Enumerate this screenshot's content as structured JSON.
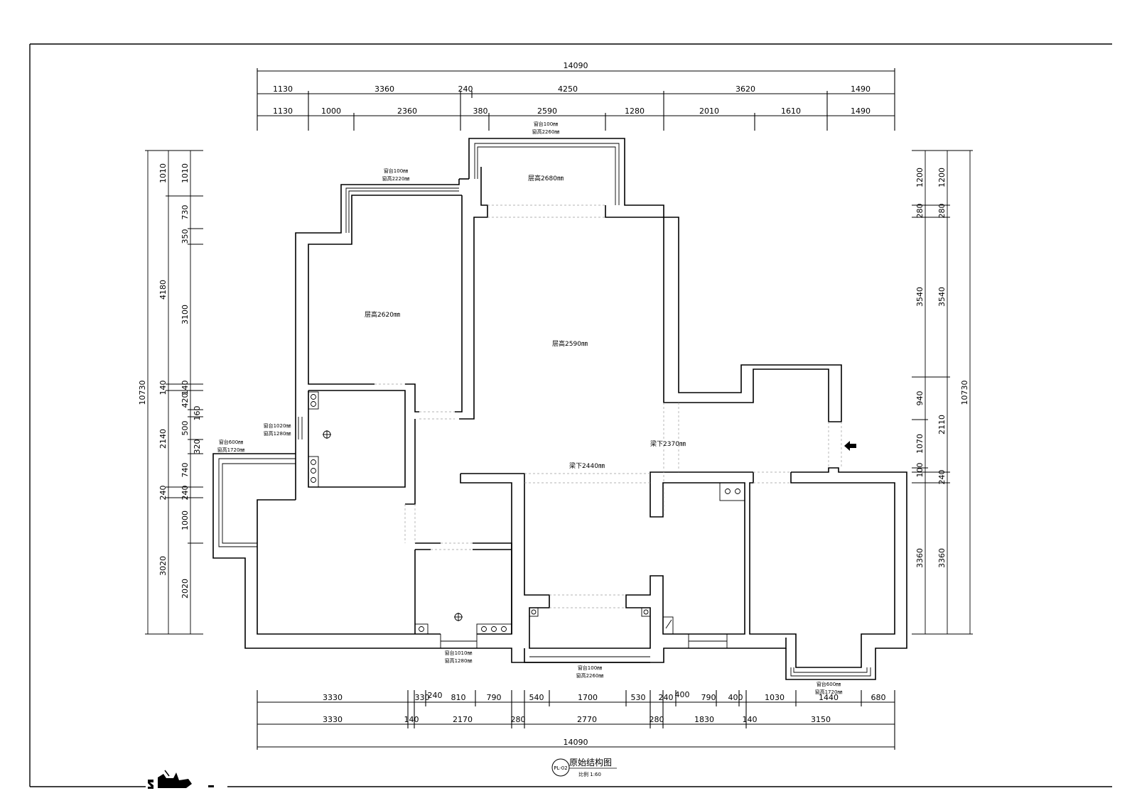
{
  "drawing": {
    "title": "原始结构图",
    "code": "PL-02",
    "scale": "比例 1:60"
  },
  "dimensions": {
    "top_total": "14090",
    "top_row1": [
      "1130",
      "3360",
      "240",
      "4250",
      "3620",
      "1490"
    ],
    "top_row2": [
      "1130",
      "1000",
      "2360",
      "380",
      "2590",
      "1280",
      "2010",
      "1610",
      "1490"
    ],
    "bottom_row1": [
      "3330",
      "330",
      "240",
      "810",
      "790",
      "540",
      "1700",
      "530",
      "240",
      "400",
      "790",
      "400",
      "1030",
      "1440",
      "680"
    ],
    "bottom_row2": [
      "3330",
      "140",
      "2170",
      "280",
      "2770",
      "280",
      "1830",
      "140",
      "3150"
    ],
    "bottom_total": "14090",
    "left_outer": [
      "10730"
    ],
    "left_mid": [
      "1010",
      "4180",
      "140",
      "2140",
      "240",
      "3020"
    ],
    "left_inner": [
      "1010",
      "730",
      "350",
      "3100",
      "140",
      "420",
      "160",
      "500",
      "320",
      "740",
      "240",
      "1000",
      "2020"
    ],
    "right_inner": [
      "1200",
      "280",
      "3540",
      "940",
      "1070",
      "100",
      "3360"
    ],
    "right_mid": [
      "1200",
      "280",
      "3540",
      "2110",
      "240",
      "3360"
    ],
    "right_outer": [
      "10730"
    ]
  },
  "rooms": {
    "ceiling_top": "层高2680㎜",
    "ceiling_left": "层高2620㎜",
    "ceiling_center": "层高2590㎜",
    "beam_right": "梁下2370㎜",
    "beam_center": "梁下2440㎜"
  },
  "windows": {
    "top_sill": "窗台100㎜",
    "top_height": "窗高2260㎜",
    "upper_left_sill": "窗台100㎜",
    "upper_left_height": "窗高2220㎜",
    "kitchen_sill": "窗台1020㎜",
    "kitchen_height": "窗高1280㎜",
    "left_sill": "窗台600㎜",
    "left_height": "窗高1720㎜",
    "bath_sill": "窗台1010㎜",
    "bath_height": "窗高1280㎜",
    "bottom_sill": "窗台100㎜",
    "bottom_height": "窗高2260㎜",
    "bay_sill": "窗台600㎜",
    "bay_height": "窗高1720㎜"
  },
  "icons": {
    "entrance": "entrance-arrow-icon",
    "logo": "company-logo"
  }
}
